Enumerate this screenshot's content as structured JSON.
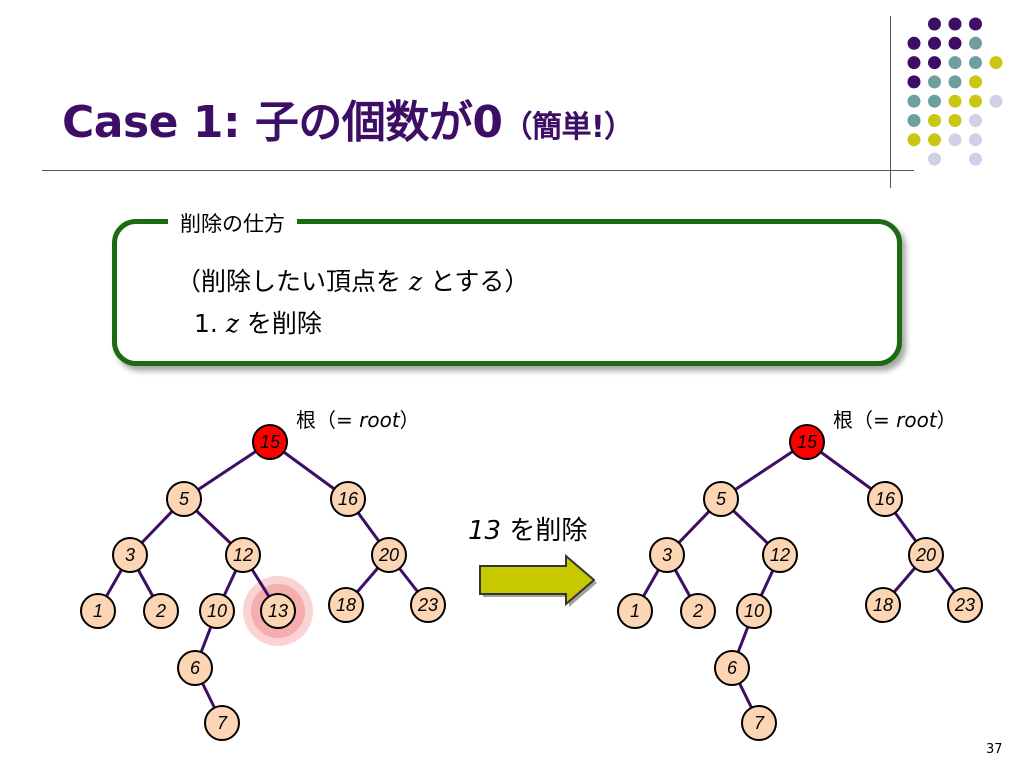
{
  "slide": {
    "title_main": "Case 1: 子の個数が0",
    "title_paren": "（簡単!）",
    "page_number": "37"
  },
  "method": {
    "label": "削除の仕方",
    "line1_pre": "（削除したい頂点を ",
    "line1_var": "z",
    "line1_post": " とする）",
    "line2_pre": "1. ",
    "line2_var": "z",
    "line2_post": " を削除"
  },
  "root_label": {
    "pre": "根（= ",
    "italic": "root",
    "post": "）"
  },
  "arrow_label": {
    "num": "13",
    "text": " を削除"
  },
  "colors": {
    "title": "#3d0e66",
    "node_fill": "#fcd5b4",
    "root_fill": "#ff0000",
    "edge": "#3d0e66",
    "box_border": "#1c6b12",
    "highlight": "#f08080",
    "arrow_fill": "#c8c800",
    "dot_purple": "#3d0e66",
    "dot_teal": "#6e9f9f",
    "dot_yellow": "#c8c814",
    "dot_lavender": "#d0d0e8"
  },
  "trees": {
    "before": {
      "root": "15",
      "highlighted": "13",
      "nodes": [
        "15",
        "5",
        "16",
        "3",
        "12",
        "20",
        "1",
        "2",
        "10",
        "13",
        "18",
        "23",
        "6",
        "7"
      ],
      "edges": [
        [
          "15",
          "5"
        ],
        [
          "15",
          "16"
        ],
        [
          "5",
          "3"
        ],
        [
          "5",
          "12"
        ],
        [
          "16",
          "20"
        ],
        [
          "3",
          "1"
        ],
        [
          "3",
          "2"
        ],
        [
          "12",
          "10"
        ],
        [
          "12",
          "13"
        ],
        [
          "20",
          "18"
        ],
        [
          "20",
          "23"
        ],
        [
          "10",
          "6"
        ],
        [
          "6",
          "7"
        ]
      ]
    },
    "after": {
      "root": "15",
      "nodes": [
        "15",
        "5",
        "16",
        "3",
        "12",
        "20",
        "1",
        "2",
        "10",
        "18",
        "23",
        "6",
        "7"
      ],
      "edges": [
        [
          "15",
          "5"
        ],
        [
          "15",
          "16"
        ],
        [
          "5",
          "3"
        ],
        [
          "5",
          "12"
        ],
        [
          "16",
          "20"
        ],
        [
          "3",
          "1"
        ],
        [
          "3",
          "2"
        ],
        [
          "12",
          "10"
        ],
        [
          "20",
          "18"
        ],
        [
          "20",
          "23"
        ],
        [
          "10",
          "6"
        ],
        [
          "6",
          "7"
        ]
      ]
    }
  }
}
